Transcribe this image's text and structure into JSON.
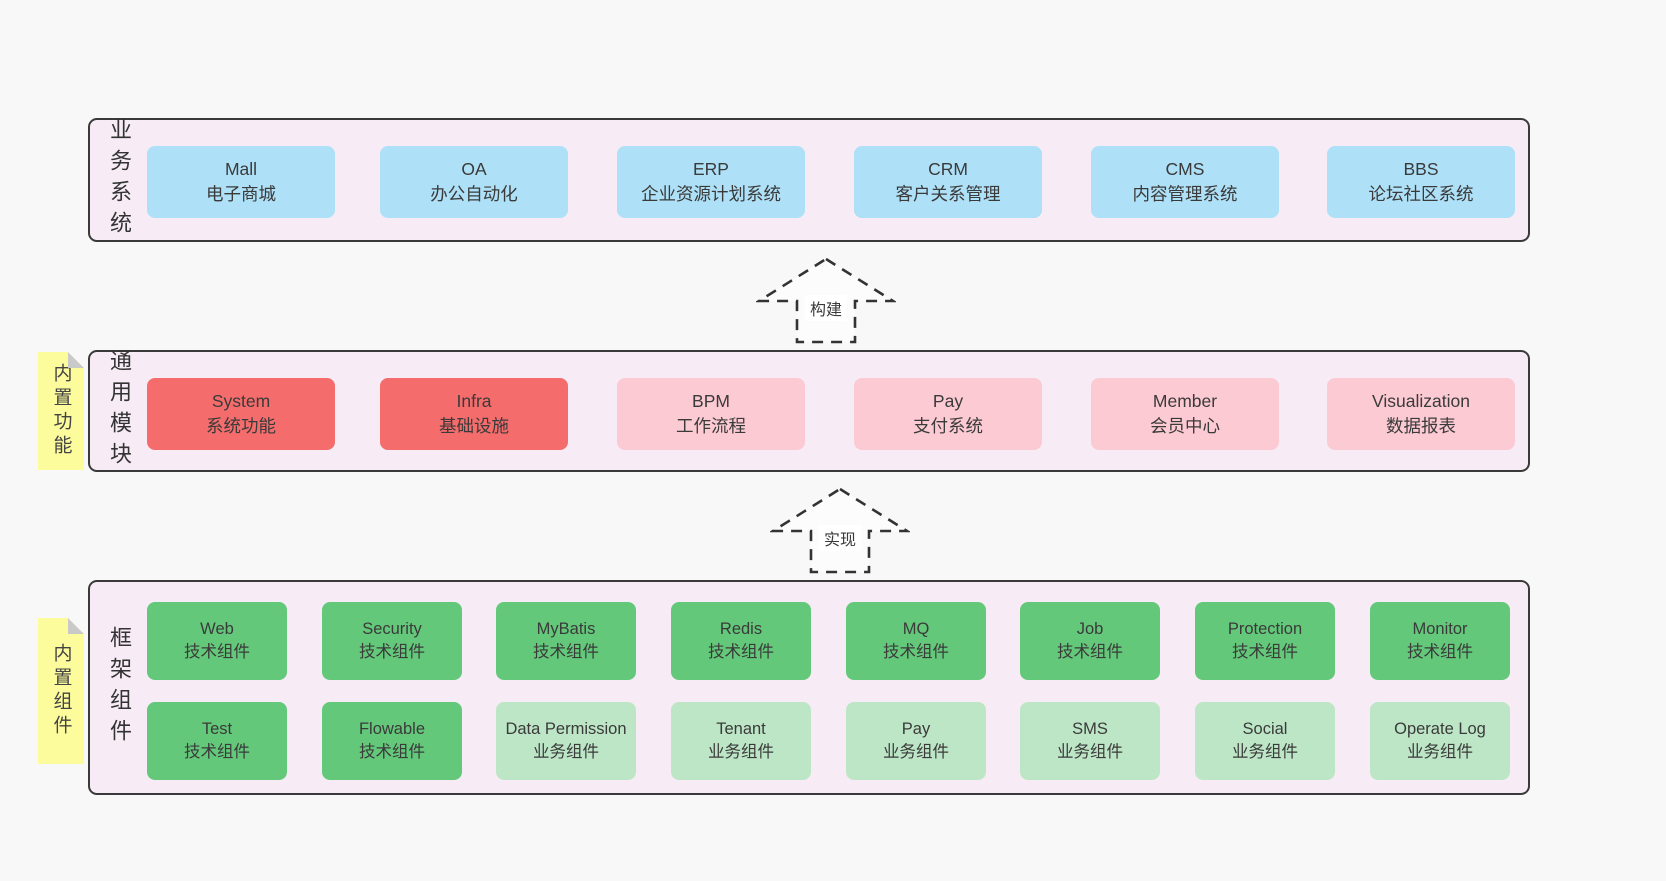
{
  "colors": {
    "page_bg": "#f8f8f8",
    "layer_bg": "#f7ecf5",
    "layer_border": "#3a3a3a",
    "blue_box": "#aee0f7",
    "red_box": "#f56c6c",
    "pink_box": "#fccad3",
    "green_box": "#64c87a",
    "green_light_box": "#bde6c7",
    "note_yellow": "#fdfc9d",
    "note_fold_gray": "#c9c9c9",
    "text": "#3a3a3a"
  },
  "arrows": [
    {
      "label": "构建"
    },
    {
      "label": "实现"
    }
  ],
  "layers": [
    {
      "label": "业务系统",
      "boxes": [
        {
          "title": "Mall",
          "subtitle": "电子商城"
        },
        {
          "title": "OA",
          "subtitle": "办公自动化"
        },
        {
          "title": "ERP",
          "subtitle": "企业资源计划系统"
        },
        {
          "title": "CRM",
          "subtitle": "客户关系管理"
        },
        {
          "title": "CMS",
          "subtitle": "内容管理系统"
        },
        {
          "title": "BBS",
          "subtitle": "论坛社区系统"
        }
      ]
    },
    {
      "label": "通用模块",
      "note": "内置功能",
      "boxes": [
        {
          "title": "System",
          "subtitle": "系统功能"
        },
        {
          "title": "Infra",
          "subtitle": "基础设施"
        },
        {
          "title": "BPM",
          "subtitle": "工作流程"
        },
        {
          "title": "Pay",
          "subtitle": "支付系统"
        },
        {
          "title": "Member",
          "subtitle": "会员中心"
        },
        {
          "title": "Visualization",
          "subtitle": "数据报表"
        }
      ]
    },
    {
      "label": "框架组件",
      "note": "内置组件",
      "boxes": [
        {
          "title": "Web",
          "subtitle": "技术组件"
        },
        {
          "title": "Security",
          "subtitle": "技术组件"
        },
        {
          "title": "MyBatis",
          "subtitle": "技术组件"
        },
        {
          "title": "Redis",
          "subtitle": "技术组件"
        },
        {
          "title": "MQ",
          "subtitle": "技术组件"
        },
        {
          "title": "Job",
          "subtitle": "技术组件"
        },
        {
          "title": "Protection",
          "subtitle": "技术组件"
        },
        {
          "title": "Monitor",
          "subtitle": "技术组件"
        },
        {
          "title": "Test",
          "subtitle": "技术组件"
        },
        {
          "title": "Flowable",
          "subtitle": "技术组件"
        },
        {
          "title": "Data Permission",
          "subtitle": "业务组件"
        },
        {
          "title": "Tenant",
          "subtitle": "业务组件"
        },
        {
          "title": "Pay",
          "subtitle": "业务组件"
        },
        {
          "title": "SMS",
          "subtitle": "业务组件"
        },
        {
          "title": "Social",
          "subtitle": "业务组件"
        },
        {
          "title": "Operate Log",
          "subtitle": "业务组件"
        }
      ]
    }
  ]
}
